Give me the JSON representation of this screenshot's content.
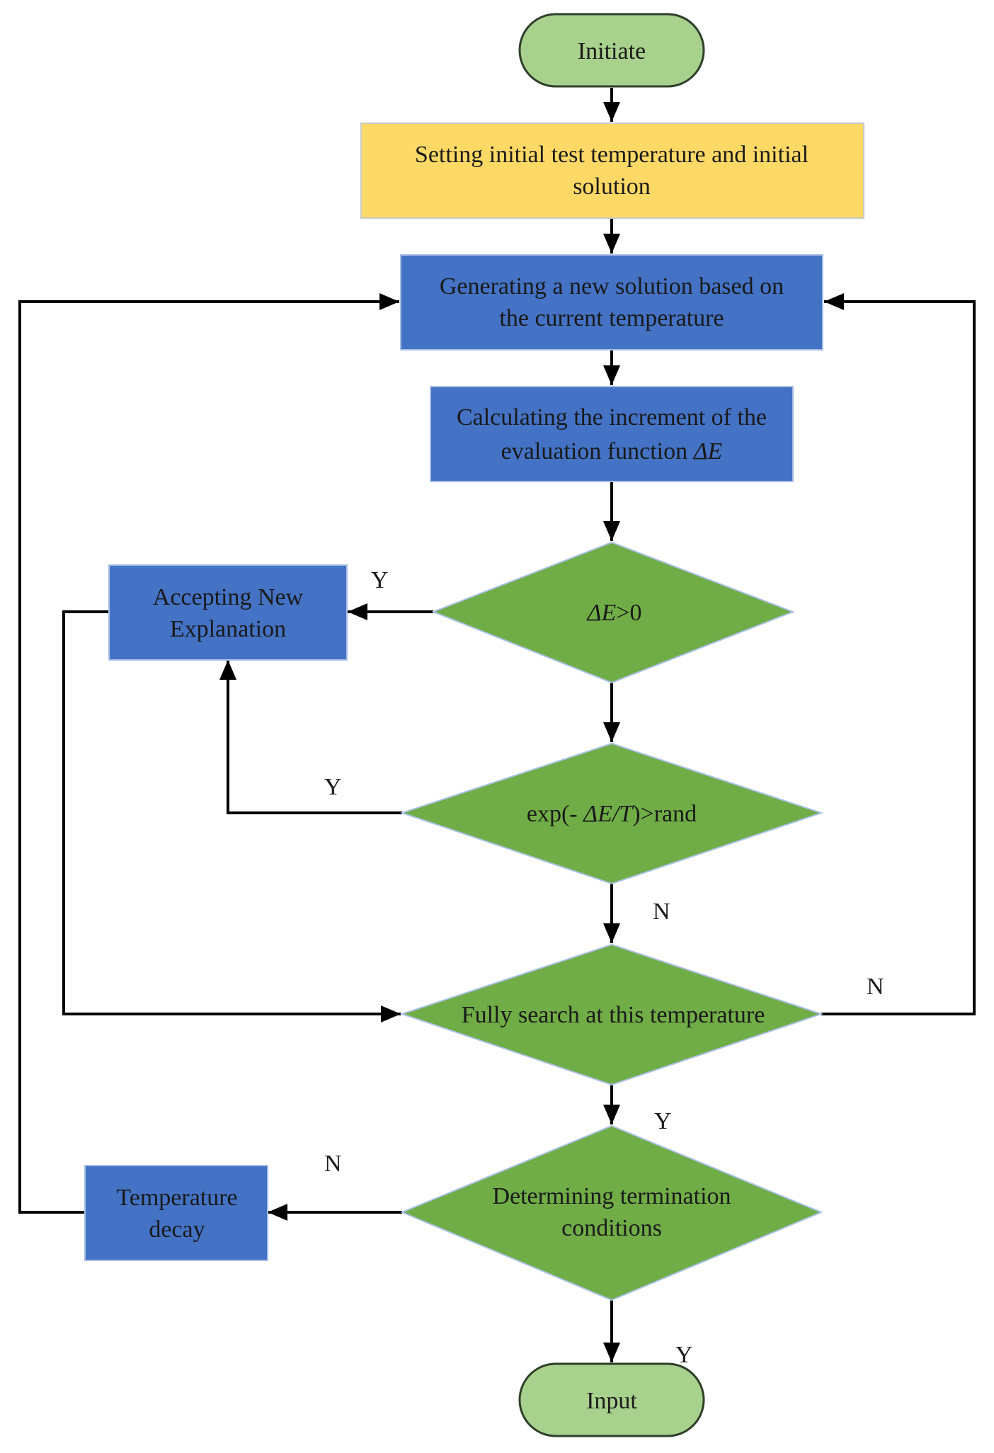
{
  "colors": {
    "terminal_fill": "#a9d18e",
    "terminal_stroke": "#2f3f2a",
    "init_fill": "#ffd966",
    "init_stroke": "#c9c9c9",
    "process_fill": "#4472c4",
    "process_stroke": "#a9c0e6",
    "decision_fill": "#70ad47",
    "decision_stroke": "#a9c0e6",
    "line": "#000000"
  },
  "nodes": {
    "start": {
      "label": "Initiate"
    },
    "init": {
      "line1": "Setting initial test temperature and initial",
      "line2": "solution"
    },
    "generate": {
      "line1": "Generating a new solution based on",
      "line2": "the current temperature"
    },
    "calc": {
      "line1": "Calculating the increment of the",
      "line2": "evaluation function ",
      "line2_italic": "ΔE"
    },
    "accept": {
      "line1": "Accepting New",
      "line2": "Explanation"
    },
    "d1": {
      "italic": "ΔE",
      "text": ">0"
    },
    "d2": {
      "pre": "exp(- ",
      "italic": "ΔE/T",
      "post": ")>rand"
    },
    "d3": {
      "label": "Fully search at this temperature"
    },
    "d4": {
      "line1": "Determining termination",
      "line2": "conditions"
    },
    "decay": {
      "line1": "Temperature",
      "line2": "decay"
    },
    "end": {
      "label": "Input"
    }
  },
  "edge_labels": {
    "d1_yes": "Y",
    "d2_yes": "Y",
    "d2_no": "N",
    "d3_no": "N",
    "d3_yes": "Y",
    "d4_no": "N",
    "d4_yes": "Y"
  }
}
